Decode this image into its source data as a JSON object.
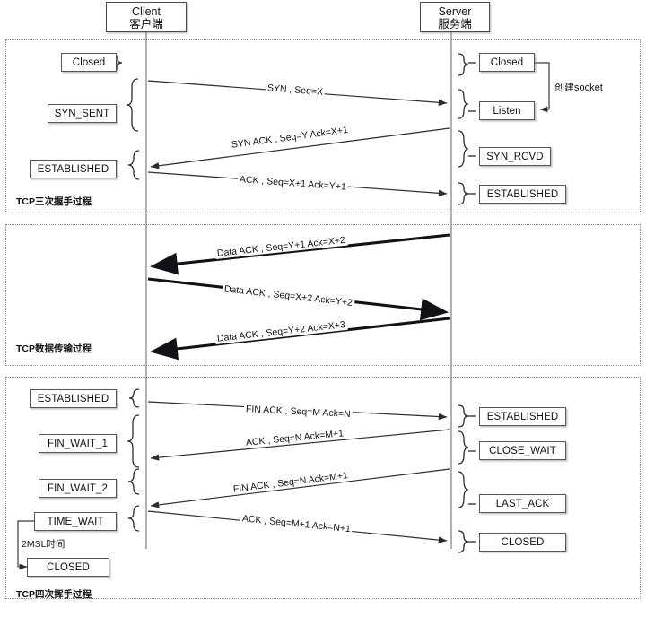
{
  "actors": {
    "client": {
      "name": "Client",
      "cn": "客户端"
    },
    "server": {
      "name": "Server",
      "cn": "服务端"
    }
  },
  "sections": [
    {
      "id": "handshake",
      "label": "TCP三次握手过程"
    },
    {
      "id": "datatransfer",
      "label": "TCP数据传输过程"
    },
    {
      "id": "teardown",
      "label": "TCP四次挥手过程"
    }
  ],
  "handshake": {
    "client_states": [
      "Closed",
      "SYN_SENT",
      "ESTABLISHED"
    ],
    "server_states": [
      "Closed",
      "Listen",
      "SYN_RCVD",
      "ESTABLISHED"
    ],
    "socket_note": "创建socket",
    "messages": [
      {
        "text": "SYN , Seq=X",
        "dir": "c2s"
      },
      {
        "text": "SYN ACK , Seq=Y Ack=X+1",
        "dir": "s2c"
      },
      {
        "text": "ACK , Seq=X+1 Ack=Y+1",
        "dir": "c2s"
      }
    ]
  },
  "datatransfer": {
    "messages": [
      {
        "text": "Data ACK , Seq=Y+1 Ack=X+2",
        "dir": "s2c"
      },
      {
        "text": "Data ACK , Seq=X+2 Ack=Y+2",
        "dir": "c2s"
      },
      {
        "text": "Data ACK , Seq=Y+2 Ack=X+3",
        "dir": "s2c"
      }
    ]
  },
  "teardown": {
    "client_states": [
      "ESTABLISHED",
      "FIN_WAIT_1",
      "FIN_WAIT_2",
      "TIME_WAIT",
      "CLOSED"
    ],
    "server_states": [
      "ESTABLISHED",
      "CLOSE_WAIT",
      "LAST_ACK",
      "CLOSED"
    ],
    "timer_note": "2MSL时间",
    "messages": [
      {
        "text": "FIN ACK , Seq=M Ack=N",
        "dir": "c2s"
      },
      {
        "text": "ACK , Seq=N Ack=M+1",
        "dir": "s2c"
      },
      {
        "text": "FIN ACK , Seq=N Ack=M+1",
        "dir": "s2c"
      },
      {
        "text": "ACK , Seq=M+1 Ack=N+1",
        "dir": "c2s"
      }
    ]
  },
  "colors": {
    "stroke": "#3a3a42",
    "frame": "#8c8c94",
    "lifeline": "#6e6e78",
    "text": "#111111"
  }
}
